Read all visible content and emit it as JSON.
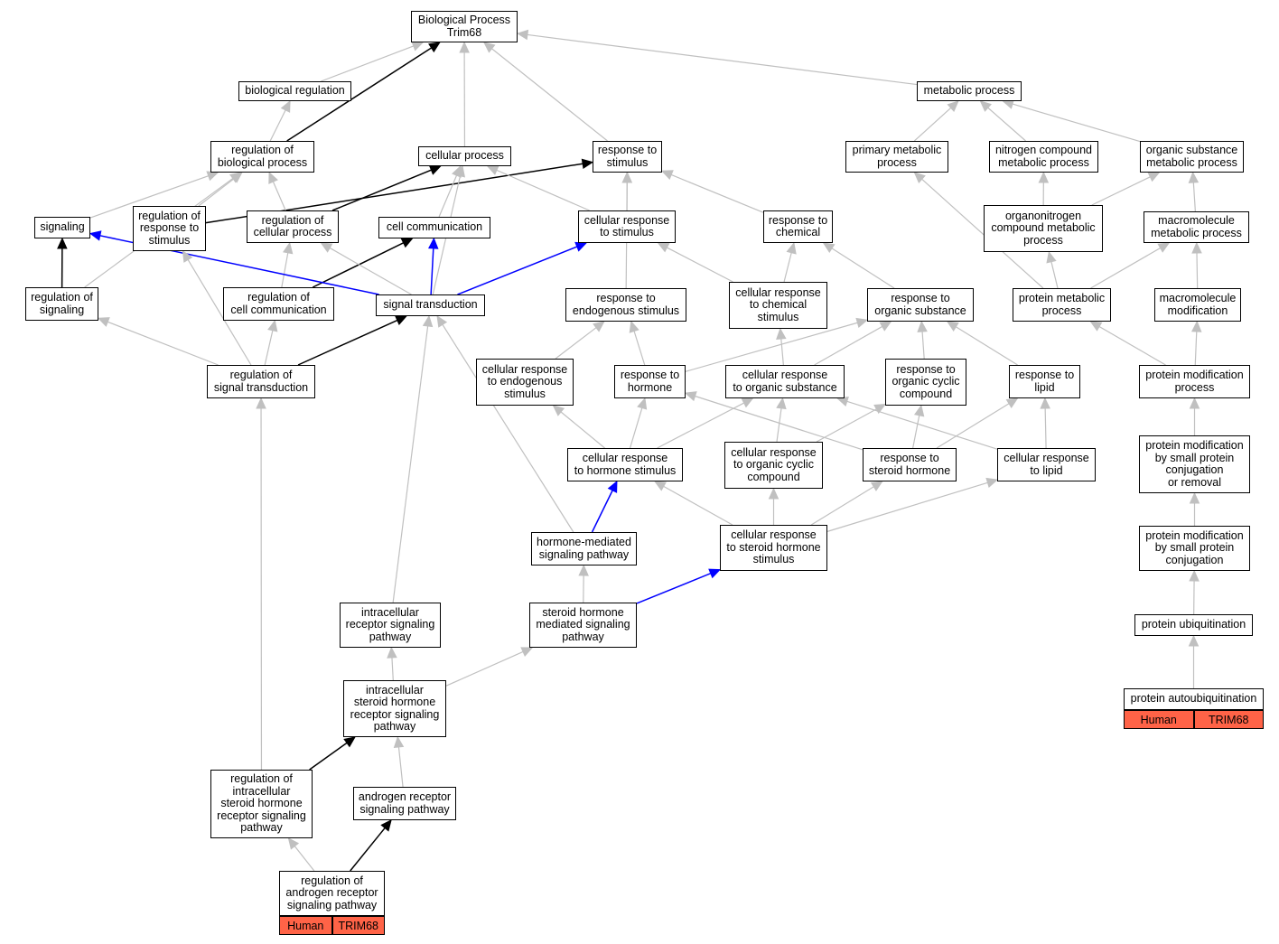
{
  "nodes": {
    "root": "Biological Process\nTrim68",
    "bio_reg": "biological regulation",
    "metabolic": "metabolic process",
    "reg_bio": "regulation of\nbiological process",
    "cellular_process": "cellular process",
    "resp_stim": "response to\nstimulus",
    "primary_met": "primary metabolic\nprocess",
    "nitrogen_met": "nitrogen compound\nmetabolic process",
    "organic_met": "organic substance\nmetabolic process",
    "signaling": "signaling",
    "reg_resp_stim": "regulation of\nresponse to\nstimulus",
    "reg_cell_proc": "regulation of\ncellular process",
    "cell_comm": "cell communication",
    "cell_resp_stim": "cellular response\nto stimulus",
    "resp_chem": "response to\nchemical",
    "organonitrogen": "organonitrogen\ncompound metabolic\nprocess",
    "macro_met": "macromolecule\nmetabolic process",
    "reg_signaling": "regulation of\nsignaling",
    "reg_cell_comm": "regulation of\ncell communication",
    "signal_trans": "signal transduction",
    "resp_endo": "response to\nendogenous stimulus",
    "cell_resp_chem": "cellular response\nto chemical\nstimulus",
    "resp_org_sub": "response to\norganic substance",
    "protein_met": "protein metabolic\nprocess",
    "macro_mod": "macromolecule\nmodification",
    "reg_sig_trans": "regulation of\nsignal transduction",
    "cell_resp_endo": "cellular response\nto endogenous\nstimulus",
    "resp_hormone": "response to\nhormone",
    "cell_resp_org_sub": "cellular response\nto organic substance",
    "resp_org_cyclic": "response to\norganic cyclic\ncompound",
    "resp_lipid": "response to\nlipid",
    "prot_mod": "protein modification\nprocess",
    "cell_resp_hormone": "cellular response\nto hormone stimulus",
    "cell_resp_org_cyclic": "cellular response\nto organic cyclic\ncompound",
    "resp_steroid": "response to\nsteroid hormone",
    "cell_resp_lipid": "cellular response\nto lipid",
    "prot_mod_small": "protein modification\nby small protein\nconjugation\nor removal",
    "hormone_sig": "hormone-mediated\nsignaling pathway",
    "cell_resp_steroid": "cellular response\nto steroid hormone\nstimulus",
    "prot_mod_conj": "protein modification\nby small protein\nconjugation",
    "intracell_rec": "intracellular\nreceptor signaling\npathway",
    "steroid_sig": "steroid hormone\nmediated signaling\npathway",
    "prot_ubiq": "protein ubiquitination",
    "intracell_steroid": "intracellular\nsteroid hormone\nreceptor signaling\npathway",
    "prot_autoubiq": "protein autoubiquitination",
    "reg_intracell_steroid": "regulation of\nintracellular\nsteroid hormone\nreceptor signaling\npathway",
    "androgen_sig": "androgen receptor\nsignaling pathway",
    "reg_androgen": "regulation of\nandrogen receptor\nsignaling pathway"
  },
  "annotations": {
    "reg_androgen": [
      "Human",
      "TRIM68"
    ],
    "prot_autoubiq": [
      "Human",
      "TRIM68"
    ]
  },
  "edge_colors": {
    "is_a": "#c0c0c0",
    "regulates": "#000000",
    "part_of": "#0000ff"
  },
  "edges": [
    {
      "from": "bio_reg",
      "to": "root",
      "type": "is_a"
    },
    {
      "from": "reg_bio",
      "to": "root",
      "type": "regulates"
    },
    {
      "from": "cellular_process",
      "to": "root",
      "type": "is_a"
    },
    {
      "from": "resp_stim",
      "to": "root",
      "type": "is_a"
    },
    {
      "from": "metabolic",
      "to": "root",
      "type": "is_a"
    },
    {
      "from": "reg_bio",
      "to": "bio_reg",
      "type": "is_a"
    },
    {
      "from": "primary_met",
      "to": "metabolic",
      "type": "is_a"
    },
    {
      "from": "nitrogen_met",
      "to": "metabolic",
      "type": "is_a"
    },
    {
      "from": "organic_met",
      "to": "metabolic",
      "type": "is_a"
    },
    {
      "from": "signaling",
      "to": "reg_bio",
      "type": "is_a"
    },
    {
      "from": "reg_resp_stim",
      "to": "reg_bio",
      "type": "is_a"
    },
    {
      "from": "reg_resp_stim",
      "to": "resp_stim",
      "type": "regulates"
    },
    {
      "from": "reg_cell_proc",
      "to": "reg_bio",
      "type": "is_a"
    },
    {
      "from": "reg_cell_proc",
      "to": "cellular_process",
      "type": "regulates"
    },
    {
      "from": "cell_comm",
      "to": "cellular_process",
      "type": "is_a"
    },
    {
      "from": "cell_resp_stim",
      "to": "cellular_process",
      "type": "is_a"
    },
    {
      "from": "cell_resp_stim",
      "to": "resp_stim",
      "type": "is_a"
    },
    {
      "from": "resp_chem",
      "to": "resp_stim",
      "type": "is_a"
    },
    {
      "from": "organonitrogen",
      "to": "nitrogen_met",
      "type": "is_a"
    },
    {
      "from": "organonitrogen",
      "to": "organic_met",
      "type": "is_a"
    },
    {
      "from": "macro_met",
      "to": "organic_met",
      "type": "is_a"
    },
    {
      "from": "reg_signaling",
      "to": "signaling",
      "type": "regulates"
    },
    {
      "from": "reg_signaling",
      "to": "reg_bio",
      "type": "is_a"
    },
    {
      "from": "reg_cell_comm",
      "to": "reg_cell_proc",
      "type": "is_a"
    },
    {
      "from": "reg_cell_comm",
      "to": "cell_comm",
      "type": "regulates"
    },
    {
      "from": "signal_trans",
      "to": "signaling",
      "type": "part_of"
    },
    {
      "from": "signal_trans",
      "to": "cell_comm",
      "type": "part_of"
    },
    {
      "from": "signal_trans",
      "to": "cell_resp_stim",
      "type": "part_of"
    },
    {
      "from": "signal_trans",
      "to": "cellular_process",
      "type": "is_a"
    },
    {
      "from": "signal_trans",
      "to": "reg_cell_proc",
      "type": "is_a"
    },
    {
      "from": "resp_endo",
      "to": "resp_stim",
      "type": "is_a"
    },
    {
      "from": "cell_resp_chem",
      "to": "cell_resp_stim",
      "type": "is_a"
    },
    {
      "from": "cell_resp_chem",
      "to": "resp_chem",
      "type": "is_a"
    },
    {
      "from": "resp_org_sub",
      "to": "resp_chem",
      "type": "is_a"
    },
    {
      "from": "protein_met",
      "to": "primary_met",
      "type": "is_a"
    },
    {
      "from": "protein_met",
      "to": "organonitrogen",
      "type": "is_a"
    },
    {
      "from": "protein_met",
      "to": "macro_met",
      "type": "is_a"
    },
    {
      "from": "macro_mod",
      "to": "macro_met",
      "type": "is_a"
    },
    {
      "from": "reg_sig_trans",
      "to": "reg_signaling",
      "type": "is_a"
    },
    {
      "from": "reg_sig_trans",
      "to": "reg_cell_comm",
      "type": "is_a"
    },
    {
      "from": "reg_sig_trans",
      "to": "reg_resp_stim",
      "type": "is_a"
    },
    {
      "from": "reg_sig_trans",
      "to": "signal_trans",
      "type": "regulates"
    },
    {
      "from": "cell_resp_endo",
      "to": "resp_endo",
      "type": "is_a"
    },
    {
      "from": "resp_hormone",
      "to": "resp_endo",
      "type": "is_a"
    },
    {
      "from": "resp_hormone",
      "to": "resp_org_sub",
      "type": "is_a"
    },
    {
      "from": "cell_resp_org_sub",
      "to": "cell_resp_chem",
      "type": "is_a"
    },
    {
      "from": "cell_resp_org_sub",
      "to": "resp_org_sub",
      "type": "is_a"
    },
    {
      "from": "resp_org_cyclic",
      "to": "resp_org_sub",
      "type": "is_a"
    },
    {
      "from": "resp_lipid",
      "to": "resp_org_sub",
      "type": "is_a"
    },
    {
      "from": "prot_mod",
      "to": "protein_met",
      "type": "is_a"
    },
    {
      "from": "prot_mod",
      "to": "macro_mod",
      "type": "is_a"
    },
    {
      "from": "cell_resp_hormone",
      "to": "cell_resp_endo",
      "type": "is_a"
    },
    {
      "from": "cell_resp_hormone",
      "to": "resp_hormone",
      "type": "is_a"
    },
    {
      "from": "cell_resp_hormone",
      "to": "cell_resp_org_sub",
      "type": "is_a"
    },
    {
      "from": "cell_resp_org_cyclic",
      "to": "cell_resp_org_sub",
      "type": "is_a"
    },
    {
      "from": "cell_resp_org_cyclic",
      "to": "resp_org_cyclic",
      "type": "is_a"
    },
    {
      "from": "resp_steroid",
      "to": "resp_hormone",
      "type": "is_a"
    },
    {
      "from": "resp_steroid",
      "to": "resp_org_cyclic",
      "type": "is_a"
    },
    {
      "from": "resp_steroid",
      "to": "resp_lipid",
      "type": "is_a"
    },
    {
      "from": "cell_resp_lipid",
      "to": "resp_lipid",
      "type": "is_a"
    },
    {
      "from": "cell_resp_lipid",
      "to": "cell_resp_org_sub",
      "type": "is_a"
    },
    {
      "from": "prot_mod_small",
      "to": "prot_mod",
      "type": "is_a"
    },
    {
      "from": "hormone_sig",
      "to": "cell_resp_hormone",
      "type": "part_of"
    },
    {
      "from": "hormone_sig",
      "to": "signal_trans",
      "type": "is_a"
    },
    {
      "from": "cell_resp_steroid",
      "to": "cell_resp_hormone",
      "type": "is_a"
    },
    {
      "from": "cell_resp_steroid",
      "to": "cell_resp_org_cyclic",
      "type": "is_a"
    },
    {
      "from": "cell_resp_steroid",
      "to": "resp_steroid",
      "type": "is_a"
    },
    {
      "from": "cell_resp_steroid",
      "to": "cell_resp_lipid",
      "type": "is_a"
    },
    {
      "from": "prot_mod_conj",
      "to": "prot_mod_small",
      "type": "is_a"
    },
    {
      "from": "intracell_rec",
      "to": "signal_trans",
      "type": "is_a"
    },
    {
      "from": "steroid_sig",
      "to": "hormone_sig",
      "type": "is_a"
    },
    {
      "from": "steroid_sig",
      "to": "cell_resp_steroid",
      "type": "part_of"
    },
    {
      "from": "prot_ubiq",
      "to": "prot_mod_conj",
      "type": "is_a"
    },
    {
      "from": "intracell_steroid",
      "to": "intracell_rec",
      "type": "is_a"
    },
    {
      "from": "intracell_steroid",
      "to": "steroid_sig",
      "type": "is_a"
    },
    {
      "from": "prot_autoubiq",
      "to": "prot_ubiq",
      "type": "is_a"
    },
    {
      "from": "reg_intracell_steroid",
      "to": "intracell_steroid",
      "type": "regulates"
    },
    {
      "from": "reg_intracell_steroid",
      "to": "reg_sig_trans",
      "type": "is_a"
    },
    {
      "from": "androgen_sig",
      "to": "intracell_steroid",
      "type": "is_a"
    },
    {
      "from": "reg_androgen",
      "to": "androgen_sig",
      "type": "regulates"
    },
    {
      "from": "reg_androgen",
      "to": "reg_intracell_steroid",
      "type": "is_a"
    }
  ]
}
